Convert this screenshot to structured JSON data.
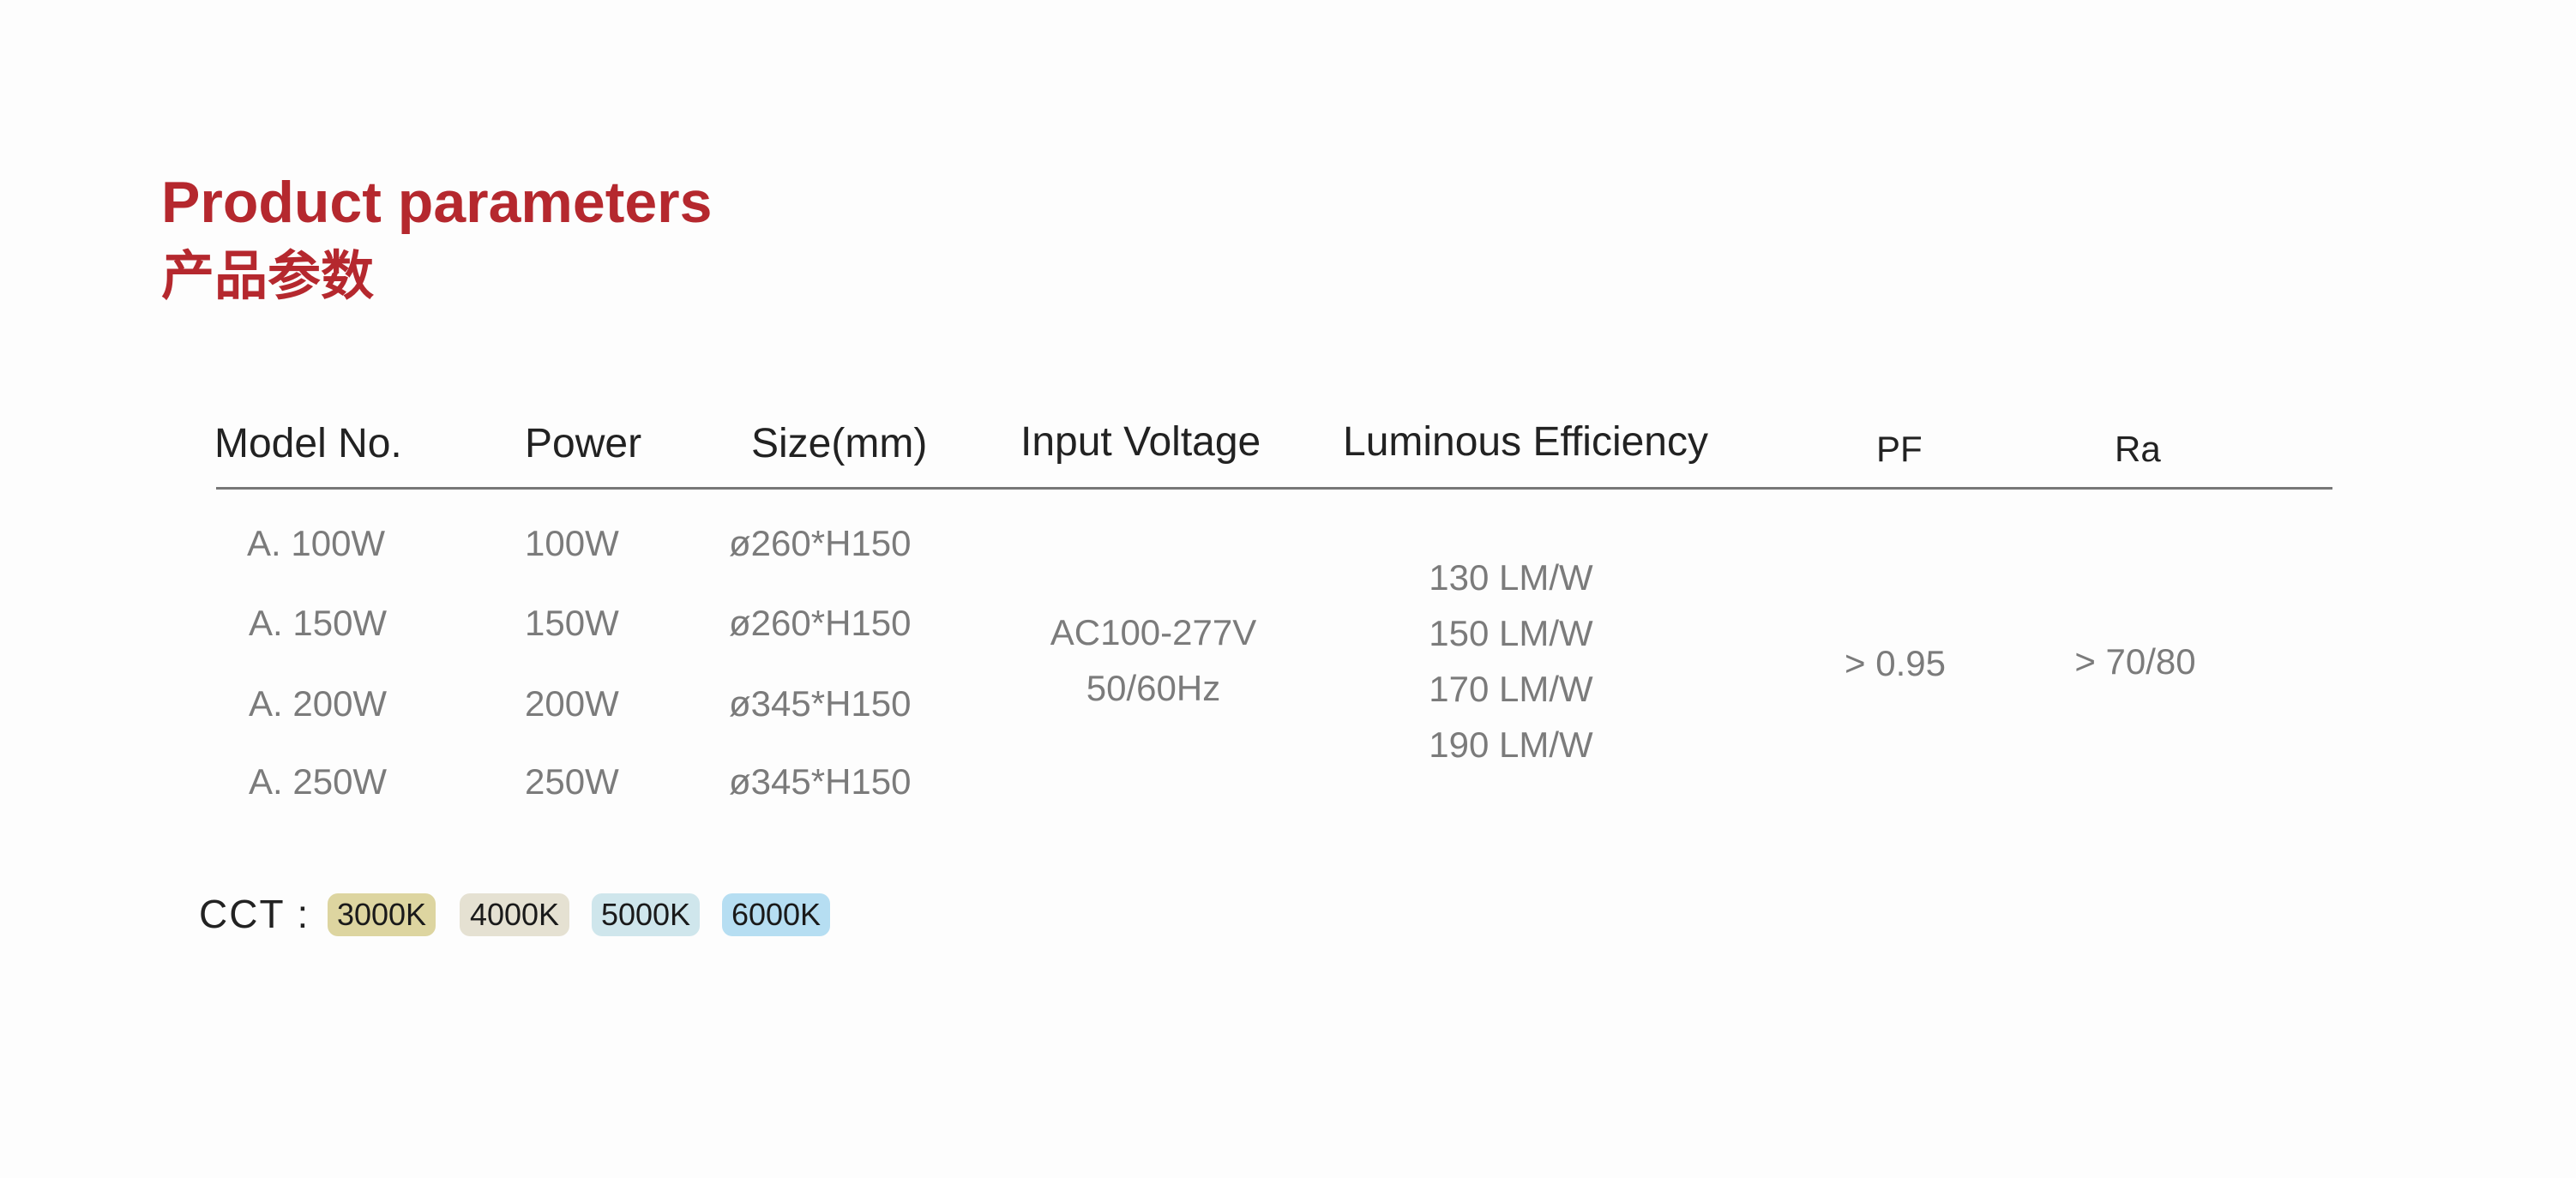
{
  "title_en": "Product parameters",
  "title_cn": "产品参数",
  "table": {
    "headers": {
      "model": "Model No.",
      "power": "Power",
      "size": "Size(mm)",
      "input_voltage": "Input Voltage",
      "luminous_efficiency": "Luminous Efficiency",
      "pf": "PF",
      "ra": "Ra"
    },
    "rows": [
      {
        "model": "A. 100W",
        "power": "100W",
        "size": "ø260*H150"
      },
      {
        "model": "A. 150W",
        "power": "150W",
        "size": "ø260*H150"
      },
      {
        "model": "A. 200W",
        "power": "200W",
        "size": "ø345*H150"
      },
      {
        "model": "A. 250W",
        "power": "250W",
        "size": "ø345*H150"
      }
    ],
    "input_voltage": [
      "AC100-277V",
      "50/60Hz"
    ],
    "luminous_efficiency": [
      "130 LM/W",
      "150 LM/W",
      "170 LM/W",
      "190 LM/W"
    ],
    "pf": "> 0.95",
    "ra": "> 70/80"
  },
  "cct": {
    "label": "CCT :",
    "options": [
      {
        "label": "3000K",
        "color": "#ddd5a0"
      },
      {
        "label": "4000K",
        "color": "#e5e1d2"
      },
      {
        "label": "5000K",
        "color": "#cfe6ec"
      },
      {
        "label": "6000K",
        "color": "#b6def2"
      }
    ]
  }
}
